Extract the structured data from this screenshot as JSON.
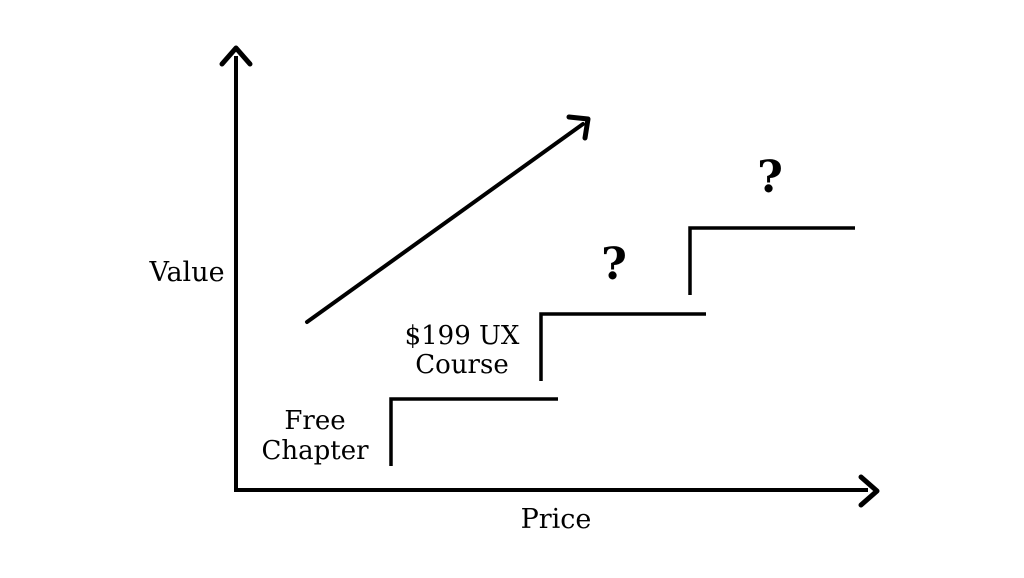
{
  "background": "#ffffff",
  "line_color": "#000000",
  "text_color": "#000000",
  "axes": {
    "y_label": "Value",
    "x_label": "Price"
  },
  "steps": [
    {
      "label_line1": "Free",
      "label_line2": "Chapter"
    },
    {
      "label_line1": "$199 UX",
      "label_line2": "Course"
    },
    {
      "label": "?"
    },
    {
      "label": "?"
    }
  ],
  "chart_data": {
    "type": "line",
    "subtype": "value-ladder-step-diagram",
    "title": "",
    "xlabel": "Price",
    "ylabel": "Value",
    "categories": [
      "Free Chapter",
      "$199 UX Course",
      "?",
      "?"
    ],
    "values": [
      1,
      2,
      3,
      4
    ],
    "axis_ranges": "qualitative (no numeric ticks)",
    "grid": false,
    "legend": false,
    "annotations": [
      "diagonal arrow pointing up-right indicating value rises with price"
    ]
  }
}
